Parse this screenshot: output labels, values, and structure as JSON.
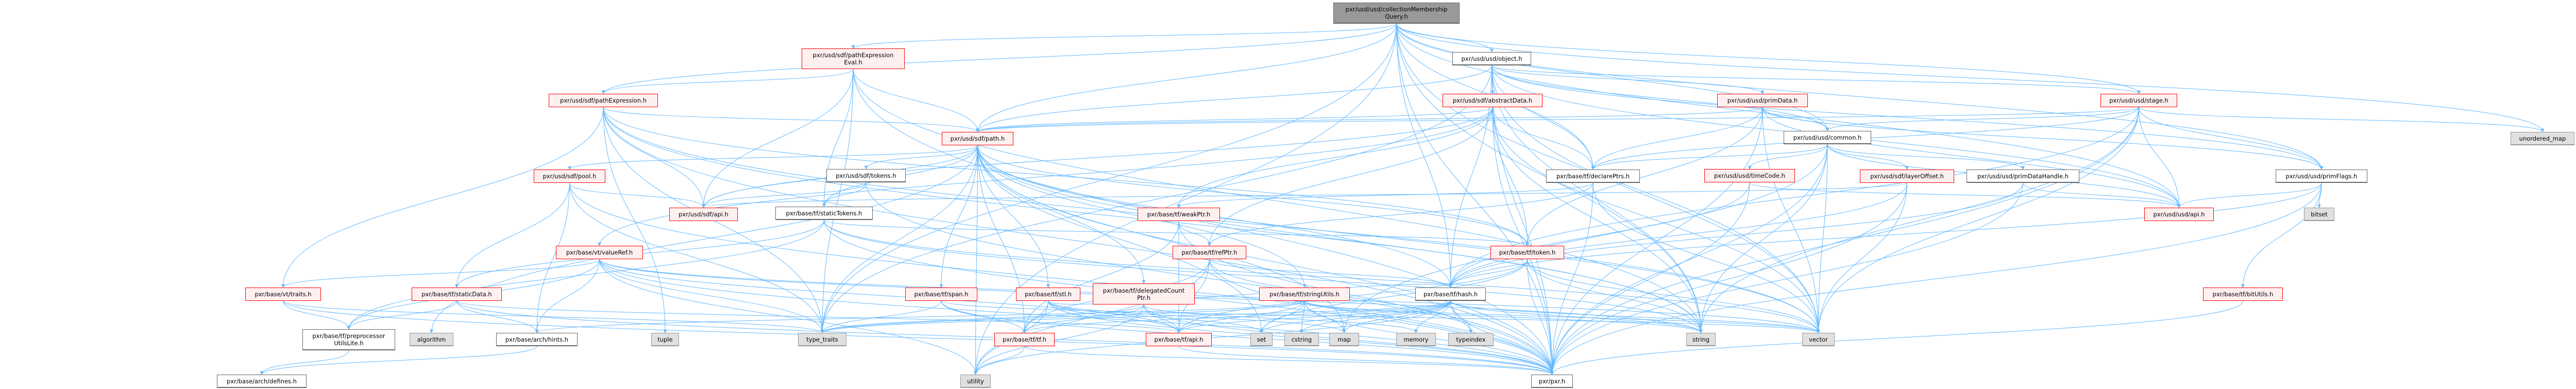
{
  "graph": {
    "title": "pxr/usd/usd/collectionMembershipQuery.h",
    "colors": {
      "edge": "#63b8ff",
      "red_border": "#ff0000",
      "red_fill": "#fff0f0",
      "sys_fill": "#e0e0e0",
      "root_fill": "#999999"
    },
    "nodes": [
      {
        "id": "root",
        "label": "pxr/usd/usd/collectionMembership\nQuery.h",
        "style": "root"
      },
      {
        "id": "pathExpressionEval",
        "label": "pxr/usd/sdf/pathExpression\nEval.h",
        "style": "red"
      },
      {
        "id": "object",
        "label": "pxr/usd/usd/object.h",
        "style": "white"
      },
      {
        "id": "pathExpression",
        "label": "pxr/usd/sdf/pathExpression.h",
        "style": "red"
      },
      {
        "id": "abstractData",
        "label": "pxr/usd/sdf/abstractData.h",
        "style": "red"
      },
      {
        "id": "primData",
        "label": "pxr/usd/usd/primData.h",
        "style": "red"
      },
      {
        "id": "stage",
        "label": "pxr/usd/usd/stage.h",
        "style": "red"
      },
      {
        "id": "path",
        "label": "pxr/usd/sdf/path.h",
        "style": "red"
      },
      {
        "id": "common",
        "label": "pxr/usd/usd/common.h",
        "style": "white"
      },
      {
        "id": "unordered_map",
        "label": "unordered_map",
        "style": "sys"
      },
      {
        "id": "pool",
        "label": "pxr/usd/sdf/pool.h",
        "style": "red"
      },
      {
        "id": "tokens",
        "label": "pxr/usd/sdf/tokens.h",
        "style": "white"
      },
      {
        "id": "declarePtrs",
        "label": "pxr/base/tf/declarePtrs.h",
        "style": "white"
      },
      {
        "id": "timeCode",
        "label": "pxr/usd/usd/timeCode.h",
        "style": "red"
      },
      {
        "id": "layerOffset",
        "label": "pxr/usd/sdf/layerOffset.h",
        "style": "red"
      },
      {
        "id": "primDataHandle",
        "label": "pxr/usd/usd/primDataHandle.h",
        "style": "white"
      },
      {
        "id": "primFlags",
        "label": "pxr/usd/usd/primFlags.h",
        "style": "white"
      },
      {
        "id": "sdfApi",
        "label": "pxr/usd/sdf/api.h",
        "style": "red"
      },
      {
        "id": "staticTokens",
        "label": "pxr/base/tf/staticTokens.h",
        "style": "white"
      },
      {
        "id": "weakPtr",
        "label": "pxr/base/tf/weakPtr.h",
        "style": "red"
      },
      {
        "id": "usdApi",
        "label": "pxr/usd/usd/api.h",
        "style": "red"
      },
      {
        "id": "bitset",
        "label": "bitset",
        "style": "sys"
      },
      {
        "id": "valueRef",
        "label": "pxr/base/vt/valueRef.h",
        "style": "red"
      },
      {
        "id": "refPtr",
        "label": "pxr/base/tf/refPtr.h",
        "style": "red"
      },
      {
        "id": "token",
        "label": "pxr/base/tf/token.h",
        "style": "red"
      },
      {
        "id": "traits",
        "label": "pxr/base/vt/traits.h",
        "style": "red"
      },
      {
        "id": "staticData",
        "label": "pxr/base/tf/staticData.h",
        "style": "red"
      },
      {
        "id": "span",
        "label": "pxr/base/tf/span.h",
        "style": "red"
      },
      {
        "id": "stl",
        "label": "pxr/base/tf/stl.h",
        "style": "red"
      },
      {
        "id": "delegatedCountPtr",
        "label": "pxr/base/tf/delegatedCount\nPtr.h",
        "style": "red"
      },
      {
        "id": "stringUtils",
        "label": "pxr/base/tf/stringUtils.h",
        "style": "red"
      },
      {
        "id": "hash",
        "label": "pxr/base/tf/hash.h",
        "style": "white"
      },
      {
        "id": "bitUtils",
        "label": "pxr/base/tf/bitUtils.h",
        "style": "red"
      },
      {
        "id": "preprocessorUtilsLite",
        "label": "pxr/base/tf/preprocessor\nUtilsLite.h",
        "style": "white"
      },
      {
        "id": "algorithm",
        "label": "algorithm",
        "style": "sys"
      },
      {
        "id": "hints",
        "label": "pxr/base/arch/hints.h",
        "style": "white"
      },
      {
        "id": "tuple",
        "label": "tuple",
        "style": "sys"
      },
      {
        "id": "type_traits",
        "label": "type_traits",
        "style": "sys"
      },
      {
        "id": "tf",
        "label": "pxr/base/tf/tf.h",
        "style": "red"
      },
      {
        "id": "tfApi",
        "label": "pxr/base/tf/api.h",
        "style": "red"
      },
      {
        "id": "set",
        "label": "set",
        "style": "sys"
      },
      {
        "id": "cstring",
        "label": "cstring",
        "style": "sys"
      },
      {
        "id": "map",
        "label": "map",
        "style": "sys"
      },
      {
        "id": "memory",
        "label": "memory",
        "style": "sys"
      },
      {
        "id": "typeindex",
        "label": "typeindex",
        "style": "sys"
      },
      {
        "id": "string",
        "label": "string",
        "style": "sys"
      },
      {
        "id": "vector",
        "label": "vector",
        "style": "sys"
      },
      {
        "id": "defines",
        "label": "pxr/base/arch/defines.h",
        "style": "white"
      },
      {
        "id": "utility",
        "label": "utility",
        "style": "sys"
      },
      {
        "id": "pxr",
        "label": "pxr/pxr.h",
        "style": "white"
      }
    ],
    "edges": [
      [
        "root",
        "pathExpressionEval"
      ],
      [
        "root",
        "pathExpression"
      ],
      [
        "root",
        "path"
      ],
      [
        "root",
        "object"
      ],
      [
        "root",
        "declarePtrs"
      ],
      [
        "root",
        "hash"
      ],
      [
        "root",
        "stage"
      ],
      [
        "root",
        "primFlags"
      ],
      [
        "root",
        "common"
      ],
      [
        "root",
        "unordered_map"
      ],
      [
        "root",
        "type_traits"
      ],
      [
        "root",
        "utility"
      ],
      [
        "root",
        "pxr"
      ],
      [
        "root",
        "string"
      ],
      [
        "root",
        "vector"
      ],
      [
        "root",
        "usdApi"
      ],
      [
        "pathExpressionEval",
        "pathExpression"
      ],
      [
        "pathExpressionEval",
        "path"
      ],
      [
        "pathExpressionEval",
        "sdfApi"
      ],
      [
        "pathExpressionEval",
        "type_traits"
      ],
      [
        "pathExpressionEval",
        "string"
      ],
      [
        "pathExpressionEval",
        "pxr"
      ],
      [
        "pathExpressionEval",
        "staticTokens"
      ],
      [
        "pathExpression",
        "path"
      ],
      [
        "pathExpression",
        "sdfApi"
      ],
      [
        "pathExpression",
        "traits"
      ],
      [
        "pathExpression",
        "pxr"
      ],
      [
        "pathExpression",
        "string"
      ],
      [
        "pathExpression",
        "vector"
      ],
      [
        "pathExpression",
        "token"
      ],
      [
        "pathExpression",
        "type_traits"
      ],
      [
        "pathExpression",
        "tuple"
      ],
      [
        "object",
        "abstractData"
      ],
      [
        "object",
        "primData"
      ],
      [
        "object",
        "stage"
      ],
      [
        "object",
        "path"
      ],
      [
        "object",
        "common"
      ],
      [
        "object",
        "declarePtrs"
      ],
      [
        "object",
        "hash"
      ],
      [
        "object",
        "type_traits"
      ],
      [
        "object",
        "string"
      ],
      [
        "object",
        "pxr"
      ],
      [
        "object",
        "usdApi"
      ],
      [
        "object",
        "primFlags"
      ],
      [
        "object",
        "vector"
      ],
      [
        "abstractData",
        "path"
      ],
      [
        "abstractData",
        "declarePtrs"
      ],
      [
        "abstractData",
        "token"
      ],
      [
        "abstractData",
        "refPtr"
      ],
      [
        "abstractData",
        "weakPtr"
      ],
      [
        "abstractData",
        "valueRef"
      ],
      [
        "abstractData",
        "vector"
      ],
      [
        "abstractData",
        "sdfApi"
      ],
      [
        "abstractData",
        "pxr"
      ],
      [
        "abstractData",
        "string"
      ],
      [
        "primData",
        "common"
      ],
      [
        "primData",
        "path"
      ],
      [
        "primData",
        "declarePtrs"
      ],
      [
        "primData",
        "primFlags"
      ],
      [
        "primData",
        "usdApi"
      ],
      [
        "primData",
        "token"
      ],
      [
        "primData",
        "pxr"
      ],
      [
        "primData",
        "vector"
      ],
      [
        "stage",
        "common"
      ],
      [
        "stage",
        "primFlags"
      ],
      [
        "stage",
        "usdApi"
      ],
      [
        "stage",
        "path"
      ],
      [
        "stage",
        "declarePtrs"
      ],
      [
        "stage",
        "unordered_map"
      ],
      [
        "stage",
        "pxr"
      ],
      [
        "stage",
        "vector"
      ],
      [
        "stage",
        "string"
      ],
      [
        "stage",
        "hash"
      ],
      [
        "path",
        "pool"
      ],
      [
        "path",
        "tokens"
      ],
      [
        "path",
        "sdfApi"
      ],
      [
        "path",
        "staticTokens"
      ],
      [
        "path",
        "token"
      ],
      [
        "path",
        "span"
      ],
      [
        "path",
        "stl"
      ],
      [
        "path",
        "delegatedCountPtr"
      ],
      [
        "path",
        "stringUtils"
      ],
      [
        "path",
        "hash"
      ],
      [
        "path",
        "tf"
      ],
      [
        "path",
        "pxr"
      ],
      [
        "path",
        "set"
      ],
      [
        "path",
        "string"
      ],
      [
        "path",
        "vector"
      ],
      [
        "path",
        "utility"
      ],
      [
        "path",
        "type_traits"
      ],
      [
        "path",
        "algorithm"
      ],
      [
        "path",
        "map"
      ],
      [
        "common",
        "timeCode"
      ],
      [
        "common",
        "layerOffset"
      ],
      [
        "common",
        "primDataHandle"
      ],
      [
        "common",
        "usdApi"
      ],
      [
        "common",
        "declarePtrs"
      ],
      [
        "common",
        "pxr"
      ],
      [
        "common",
        "vector"
      ],
      [
        "common",
        "string"
      ],
      [
        "common",
        "map"
      ],
      [
        "pool",
        "sdfApi"
      ],
      [
        "pool",
        "staticData"
      ],
      [
        "pool",
        "hints"
      ],
      [
        "pool",
        "pxr"
      ],
      [
        "pool",
        "type_traits"
      ],
      [
        "tokens",
        "staticTokens"
      ],
      [
        "tokens",
        "sdfApi"
      ],
      [
        "tokens",
        "pxr"
      ],
      [
        "declarePtrs",
        "weakPtr"
      ],
      [
        "declarePtrs",
        "refPtr"
      ],
      [
        "declarePtrs",
        "pxr"
      ],
      [
        "declarePtrs",
        "vector"
      ],
      [
        "timeCode",
        "usdApi"
      ],
      [
        "timeCode",
        "hash"
      ],
      [
        "timeCode",
        "pxr"
      ],
      [
        "layerOffset",
        "sdfApi"
      ],
      [
        "layerOffset",
        "hash"
      ],
      [
        "layerOffset",
        "pxr"
      ],
      [
        "layerOffset",
        "vector"
      ],
      [
        "primDataHandle",
        "usdApi"
      ],
      [
        "primDataHandle",
        "hash"
      ],
      [
        "primDataHandle",
        "pxr"
      ],
      [
        "primFlags",
        "usdApi"
      ],
      [
        "primFlags",
        "bitset"
      ],
      [
        "primFlags",
        "bitUtils"
      ],
      [
        "primFlags",
        "hash"
      ],
      [
        "primFlags",
        "pxr"
      ],
      [
        "staticTokens",
        "staticData"
      ],
      [
        "staticTokens",
        "token"
      ],
      [
        "staticTokens",
        "preprocessorUtilsLite"
      ],
      [
        "staticTokens",
        "pxr"
      ],
      [
        "staticTokens",
        "vector"
      ],
      [
        "staticTokens",
        "string"
      ],
      [
        "weakPtr",
        "refPtr"
      ],
      [
        "weakPtr",
        "tfApi"
      ],
      [
        "weakPtr",
        "tf"
      ],
      [
        "weakPtr",
        "pxr"
      ],
      [
        "valueRef",
        "traits"
      ],
      [
        "valueRef",
        "hints"
      ],
      [
        "valueRef",
        "tfApi"
      ],
      [
        "valueRef",
        "preprocessorUtilsLite"
      ],
      [
        "valueRef",
        "pxr"
      ],
      [
        "valueRef",
        "utility"
      ],
      [
        "valueRef",
        "type_traits"
      ],
      [
        "valueRef",
        "string"
      ],
      [
        "valueRef",
        "vector"
      ],
      [
        "refPtr",
        "hash"
      ],
      [
        "refPtr",
        "tfApi"
      ],
      [
        "refPtr",
        "tf"
      ],
      [
        "refPtr",
        "pxr"
      ],
      [
        "refPtr",
        "utility"
      ],
      [
        "refPtr",
        "typeindex"
      ],
      [
        "token",
        "hash"
      ],
      [
        "token",
        "tfApi"
      ],
      [
        "token",
        "pxr"
      ],
      [
        "token",
        "string"
      ],
      [
        "token",
        "vector"
      ],
      [
        "token",
        "set"
      ],
      [
        "traits",
        "preprocessorUtilsLite"
      ],
      [
        "traits",
        "type_traits"
      ],
      [
        "traits",
        "pxr"
      ],
      [
        "staticData",
        "preprocessorUtilsLite"
      ],
      [
        "staticData",
        "hints"
      ],
      [
        "staticData",
        "tfApi"
      ],
      [
        "staticData",
        "pxr"
      ],
      [
        "span",
        "tf"
      ],
      [
        "span",
        "pxr"
      ],
      [
        "span",
        "type_traits"
      ],
      [
        "span",
        "vector"
      ],
      [
        "stl",
        "tf"
      ],
      [
        "stl",
        "tfApi"
      ],
      [
        "stl",
        "hash"
      ],
      [
        "stl",
        "pxr"
      ],
      [
        "stl",
        "map"
      ],
      [
        "stl",
        "set"
      ],
      [
        "stl",
        "utility"
      ],
      [
        "delegatedCountPtr",
        "tfApi"
      ],
      [
        "delegatedCountPtr",
        "tf"
      ],
      [
        "delegatedCountPtr",
        "pxr"
      ],
      [
        "delegatedCountPtr",
        "type_traits"
      ],
      [
        "delegatedCountPtr",
        "utility"
      ],
      [
        "delegatedCountPtr",
        "memory"
      ],
      [
        "stringUtils",
        "tfApi"
      ],
      [
        "stringUtils",
        "hints"
      ],
      [
        "stringUtils",
        "pxr"
      ],
      [
        "stringUtils",
        "cstring"
      ],
      [
        "stringUtils",
        "map"
      ],
      [
        "stringUtils",
        "set"
      ],
      [
        "stringUtils",
        "string"
      ],
      [
        "stringUtils",
        "vector"
      ],
      [
        "stringUtils",
        "type_traits"
      ],
      [
        "hash",
        "tfApi"
      ],
      [
        "hash",
        "tf"
      ],
      [
        "hash",
        "pxr"
      ],
      [
        "hash",
        "memory"
      ],
      [
        "hash",
        "typeindex"
      ],
      [
        "hash",
        "map"
      ],
      [
        "hash",
        "set"
      ],
      [
        "hash",
        "string"
      ],
      [
        "hash",
        "vector"
      ],
      [
        "hash",
        "type_traits"
      ],
      [
        "hash",
        "utility"
      ],
      [
        "hash",
        "cstring"
      ],
      [
        "bitUtils",
        "pxr"
      ],
      [
        "preprocessorUtilsLite",
        "defines"
      ],
      [
        "hints",
        "defines"
      ],
      [
        "tf",
        "pxr"
      ],
      [
        "tf",
        "utility"
      ],
      [
        "tfApi",
        "pxr"
      ]
    ]
  }
}
